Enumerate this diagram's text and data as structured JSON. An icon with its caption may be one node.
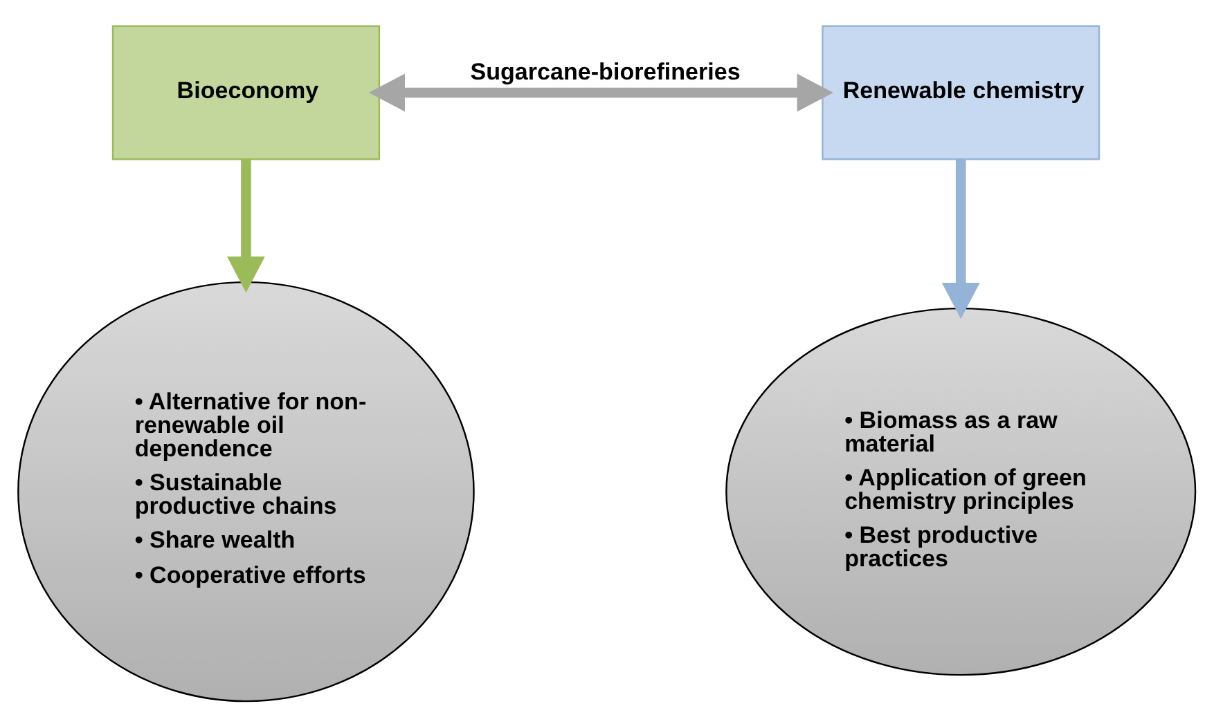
{
  "diagram": {
    "nodes": [
      {
        "text": [
          "Bioeconomy"
        ]
      },
      {
        "text": [
          "Renewable chemistry"
        ]
      },
      {
        "text": [
          "• Alternative for non-renewable oil dependence",
          "• Sustainable productive chains",
          "• Share wealth",
          "• Cooperative efforts"
        ]
      },
      {
        "text": [
          "• Biomass as a raw material",
          "• Application of green chemistry principles",
          "• Best productive practices"
        ]
      }
    ],
    "edges": [
      {
        "from": 0,
        "to": 1,
        "arrow": "both",
        "label": "Sugarcane-biorefineries",
        "color": "#a6a6a6"
      },
      {
        "from": 0,
        "to": 2,
        "arrow": "to",
        "color": "#9bbb59"
      },
      {
        "from": 1,
        "to": 3,
        "arrow": "to",
        "color": "#95b3d7"
      }
    ]
  }
}
